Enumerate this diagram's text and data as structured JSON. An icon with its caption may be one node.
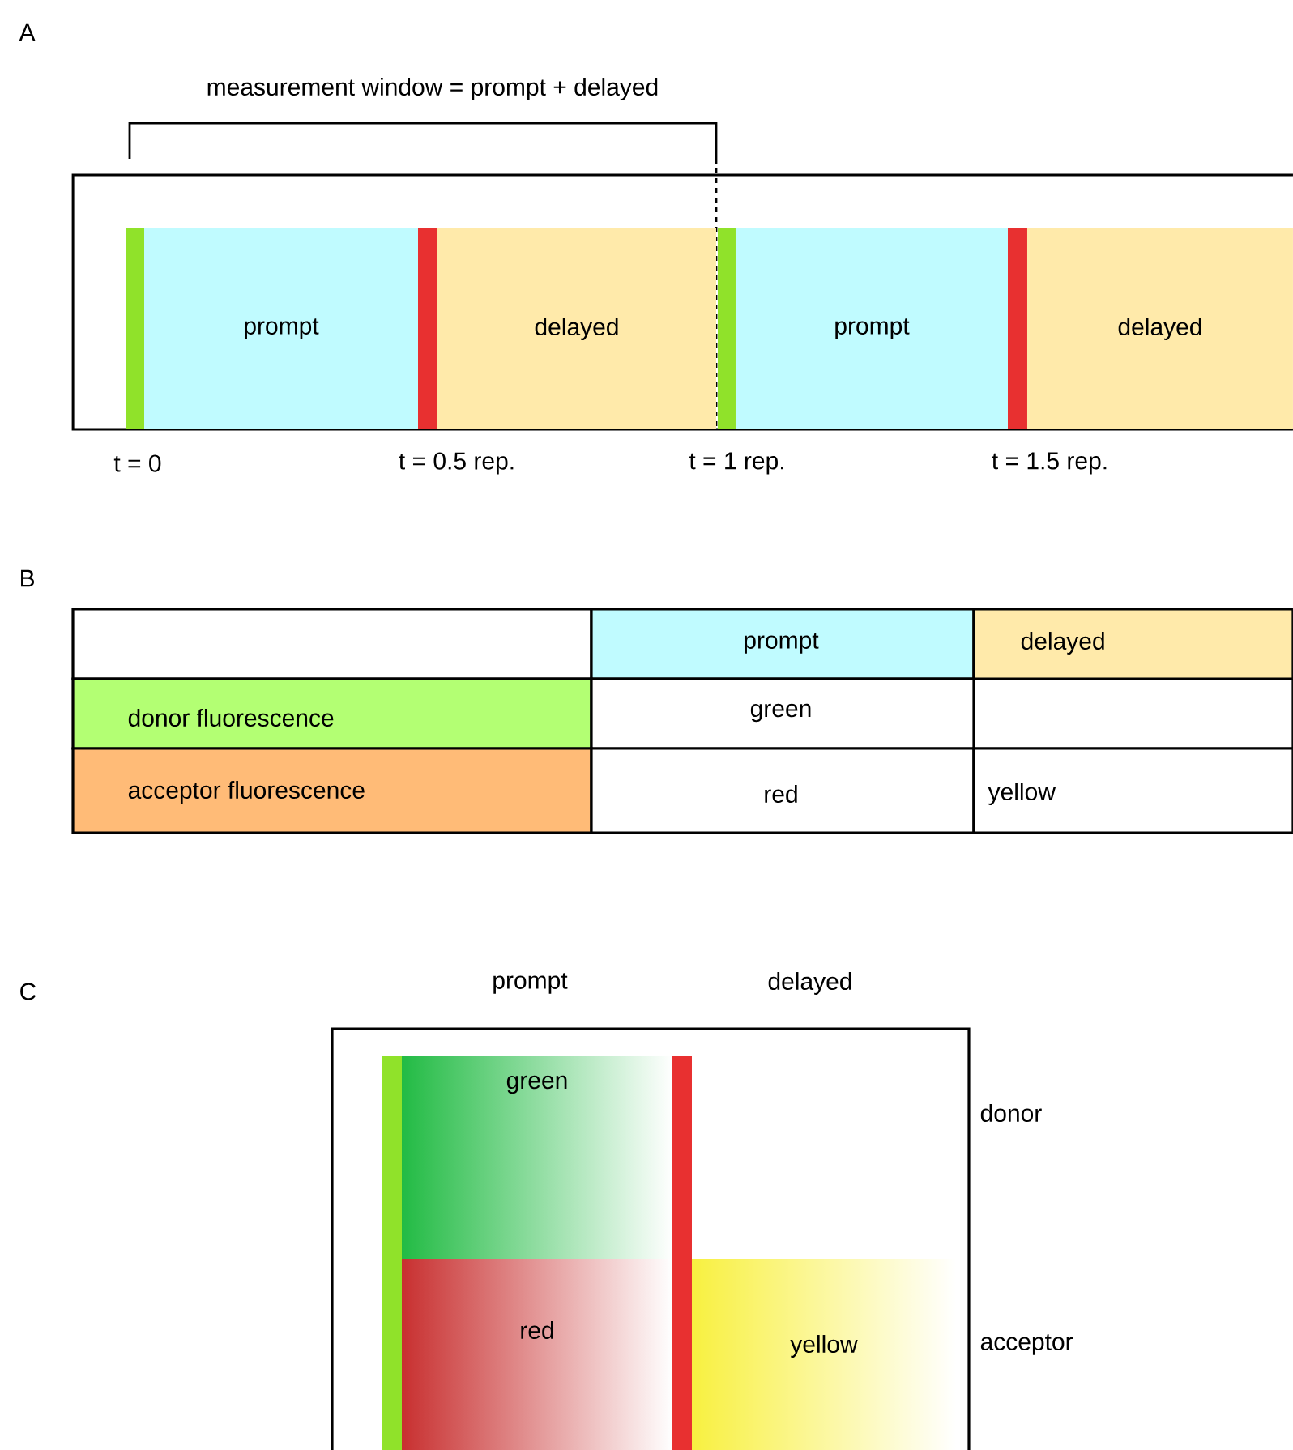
{
  "diagram": {
    "nodes": [
      {
        "text": [
          "prompt"
        ]
      },
      {
        "text": [
          "delayed"
        ]
      },
      {
        "text": [
          "prompt"
        ]
      },
      {
        "text": [
          "delayed"
        ]
      },
      {
        "text": [
          "green"
        ]
      },
      {
        "text": [
          "red"
        ]
      },
      {
        "text": [
          "yellow"
        ]
      }
    ],
    "labels": [
      "A",
      "measurement window = prompt + delayed",
      "t = 0",
      "t = 0.5 rep.",
      "t = 1 rep.",
      "t = 1.5 rep.",
      "B",
      "prompt",
      "delayed",
      "donor fluorescence",
      "green",
      "acceptor fluorescence",
      "red",
      "yellow",
      "C",
      "prompt",
      "delayed",
      "donor",
      "acceptor"
    ]
  }
}
